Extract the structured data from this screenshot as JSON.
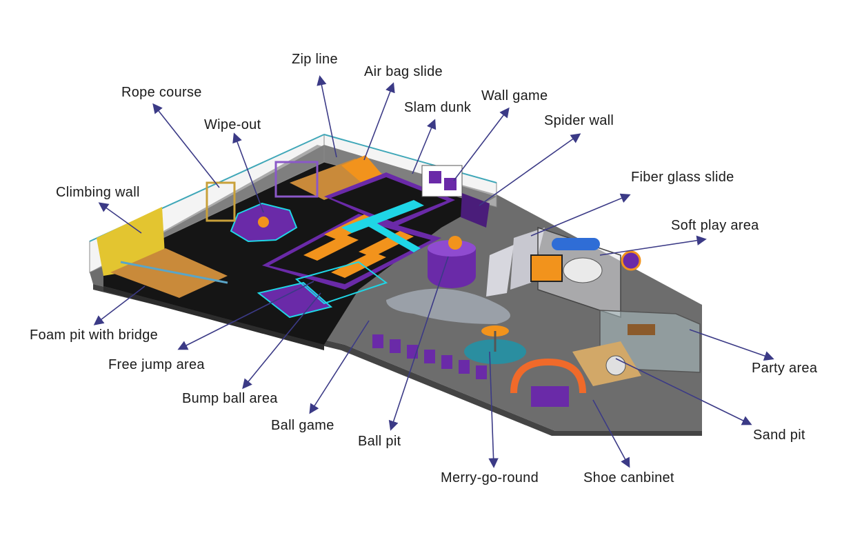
{
  "colors": {
    "floor": "#6b6b6b",
    "floor_edge": "#4a4a4a",
    "trampoline_black": "#151515",
    "purple": "#6a2aa8",
    "purple_dark": "#4a1d7a",
    "orange": "#f2931c",
    "cyan": "#1fd6e6",
    "net": "#9a9a9a",
    "yellow": "#e3c530",
    "arrow": "#3b3a86",
    "text": "#1a1a1a"
  },
  "labels": {
    "zip_line": "Zip line",
    "air_bag_slide": "Air bag slide",
    "rope_course": "Rope course",
    "slam_dunk": "Slam dunk",
    "wall_game": "Wall game",
    "wipe_out": "Wipe-out",
    "spider_wall": "Spider wall",
    "climbing_wall": "Climbing wall",
    "fiber_glass_slide": "Fiber glass slide",
    "soft_play_area": "Soft play area",
    "foam_pit_with_bridge": "Foam pit with bridge",
    "free_jump_area": "Free jump area",
    "party_area": "Party area",
    "bump_ball_area": "Bump ball area",
    "ball_game": "Ball game",
    "sand_pit": "Sand pit",
    "ball_pit": "Ball pit",
    "merry_go_round": "Merry-go-round",
    "shoe_canbinet": "Shoe canbinet"
  }
}
